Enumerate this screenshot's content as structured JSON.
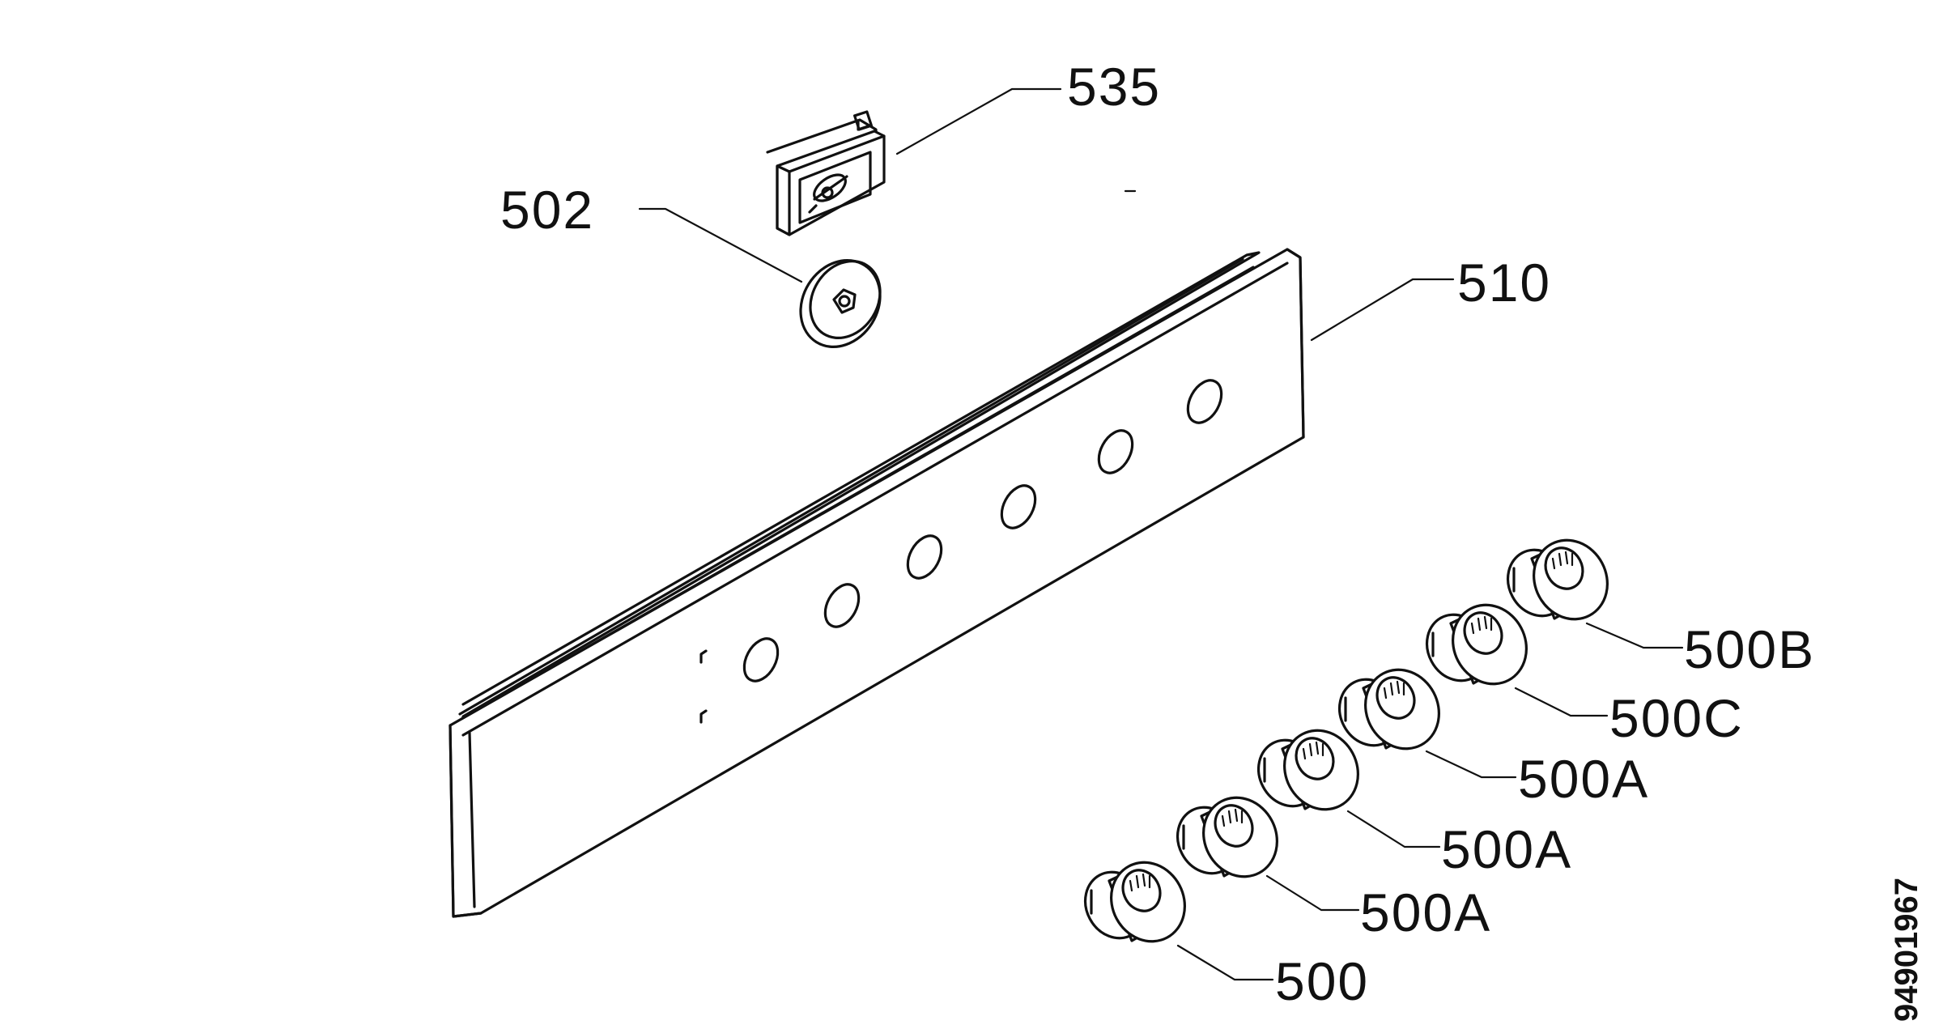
{
  "diagram": {
    "labels": {
      "p535": "535",
      "p502": "502",
      "p510": "510",
      "p500B": "500B",
      "p500C": "500C",
      "p500A_1": "500A",
      "p500A_2": "500A",
      "p500A_3": "500A",
      "p500": "500"
    },
    "drawing_number": "94901967"
  }
}
